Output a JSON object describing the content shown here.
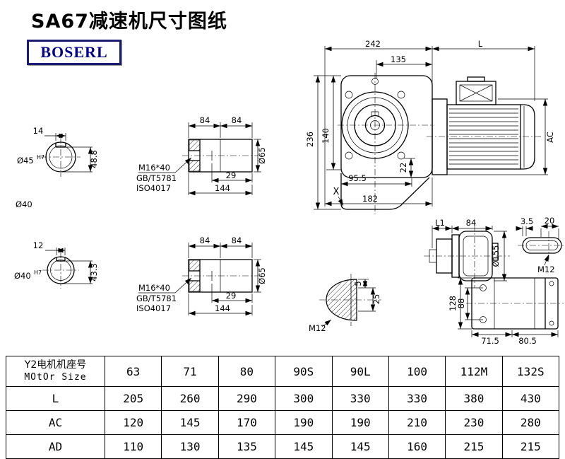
{
  "page": {
    "title": "SA67减速机尺寸图纸",
    "logo_text": "BOSERL"
  },
  "drawing": {
    "end_view_45": {
      "key_width": "14",
      "dia": "Ø45",
      "dia_sup": "H7",
      "depth": "48.8"
    },
    "label_dia40": "Ø40",
    "end_view_40": {
      "key_width": "12",
      "dia": "Ø40",
      "dia_sup": "H7",
      "depth": "43.3"
    },
    "shaft_a": {
      "d84a": "84",
      "d84b": "84",
      "thread": "M16*40",
      "std1": "GB/T5781",
      "std2": "ISO4017",
      "d29": "29",
      "d144": "144",
      "dia65": "Ø65"
    },
    "shaft_b": {
      "d84a": "84",
      "d84b": "84",
      "thread": "M16*40",
      "std1": "GB/T5781",
      "std2": "ISO4017",
      "d29": "29",
      "d144": "144",
      "dia65": "Ø65"
    },
    "main_view": {
      "d242": "242",
      "dL": "L",
      "d135": "135",
      "d236": "236",
      "d140": "140",
      "d22": "22",
      "d95_5": "95.5",
      "d182": "182",
      "x_mark": "X",
      "dAC": "AC"
    },
    "side_view": {
      "dL1": "L1",
      "d84": "84",
      "d3_5": "3.5",
      "d20": "20",
      "dia155": "Ø155",
      "m12": "M12"
    },
    "plug_view": {
      "d5": "5",
      "d25": "25",
      "m12": "M12"
    },
    "bottom_view": {
      "d128": "128",
      "d88": "88",
      "d71_5": "71.5",
      "d80_5": "80.5"
    }
  },
  "table": {
    "row_header": {
      "line1": "Y2电机机座号",
      "line2": "MOtOr Size"
    },
    "sizes": [
      "63",
      "71",
      "80",
      "90S",
      "90L",
      "100",
      "112M",
      "132S"
    ],
    "rows": [
      {
        "label": "L",
        "values": [
          "205",
          "260",
          "290",
          "300",
          "330",
          "330",
          "380",
          "430"
        ]
      },
      {
        "label": "AC",
        "values": [
          "120",
          "145",
          "170",
          "190",
          "190",
          "210",
          "230",
          "280"
        ]
      },
      {
        "label": "AD",
        "values": [
          "110",
          "130",
          "135",
          "145",
          "145",
          "160",
          "215",
          "215"
        ]
      }
    ]
  }
}
